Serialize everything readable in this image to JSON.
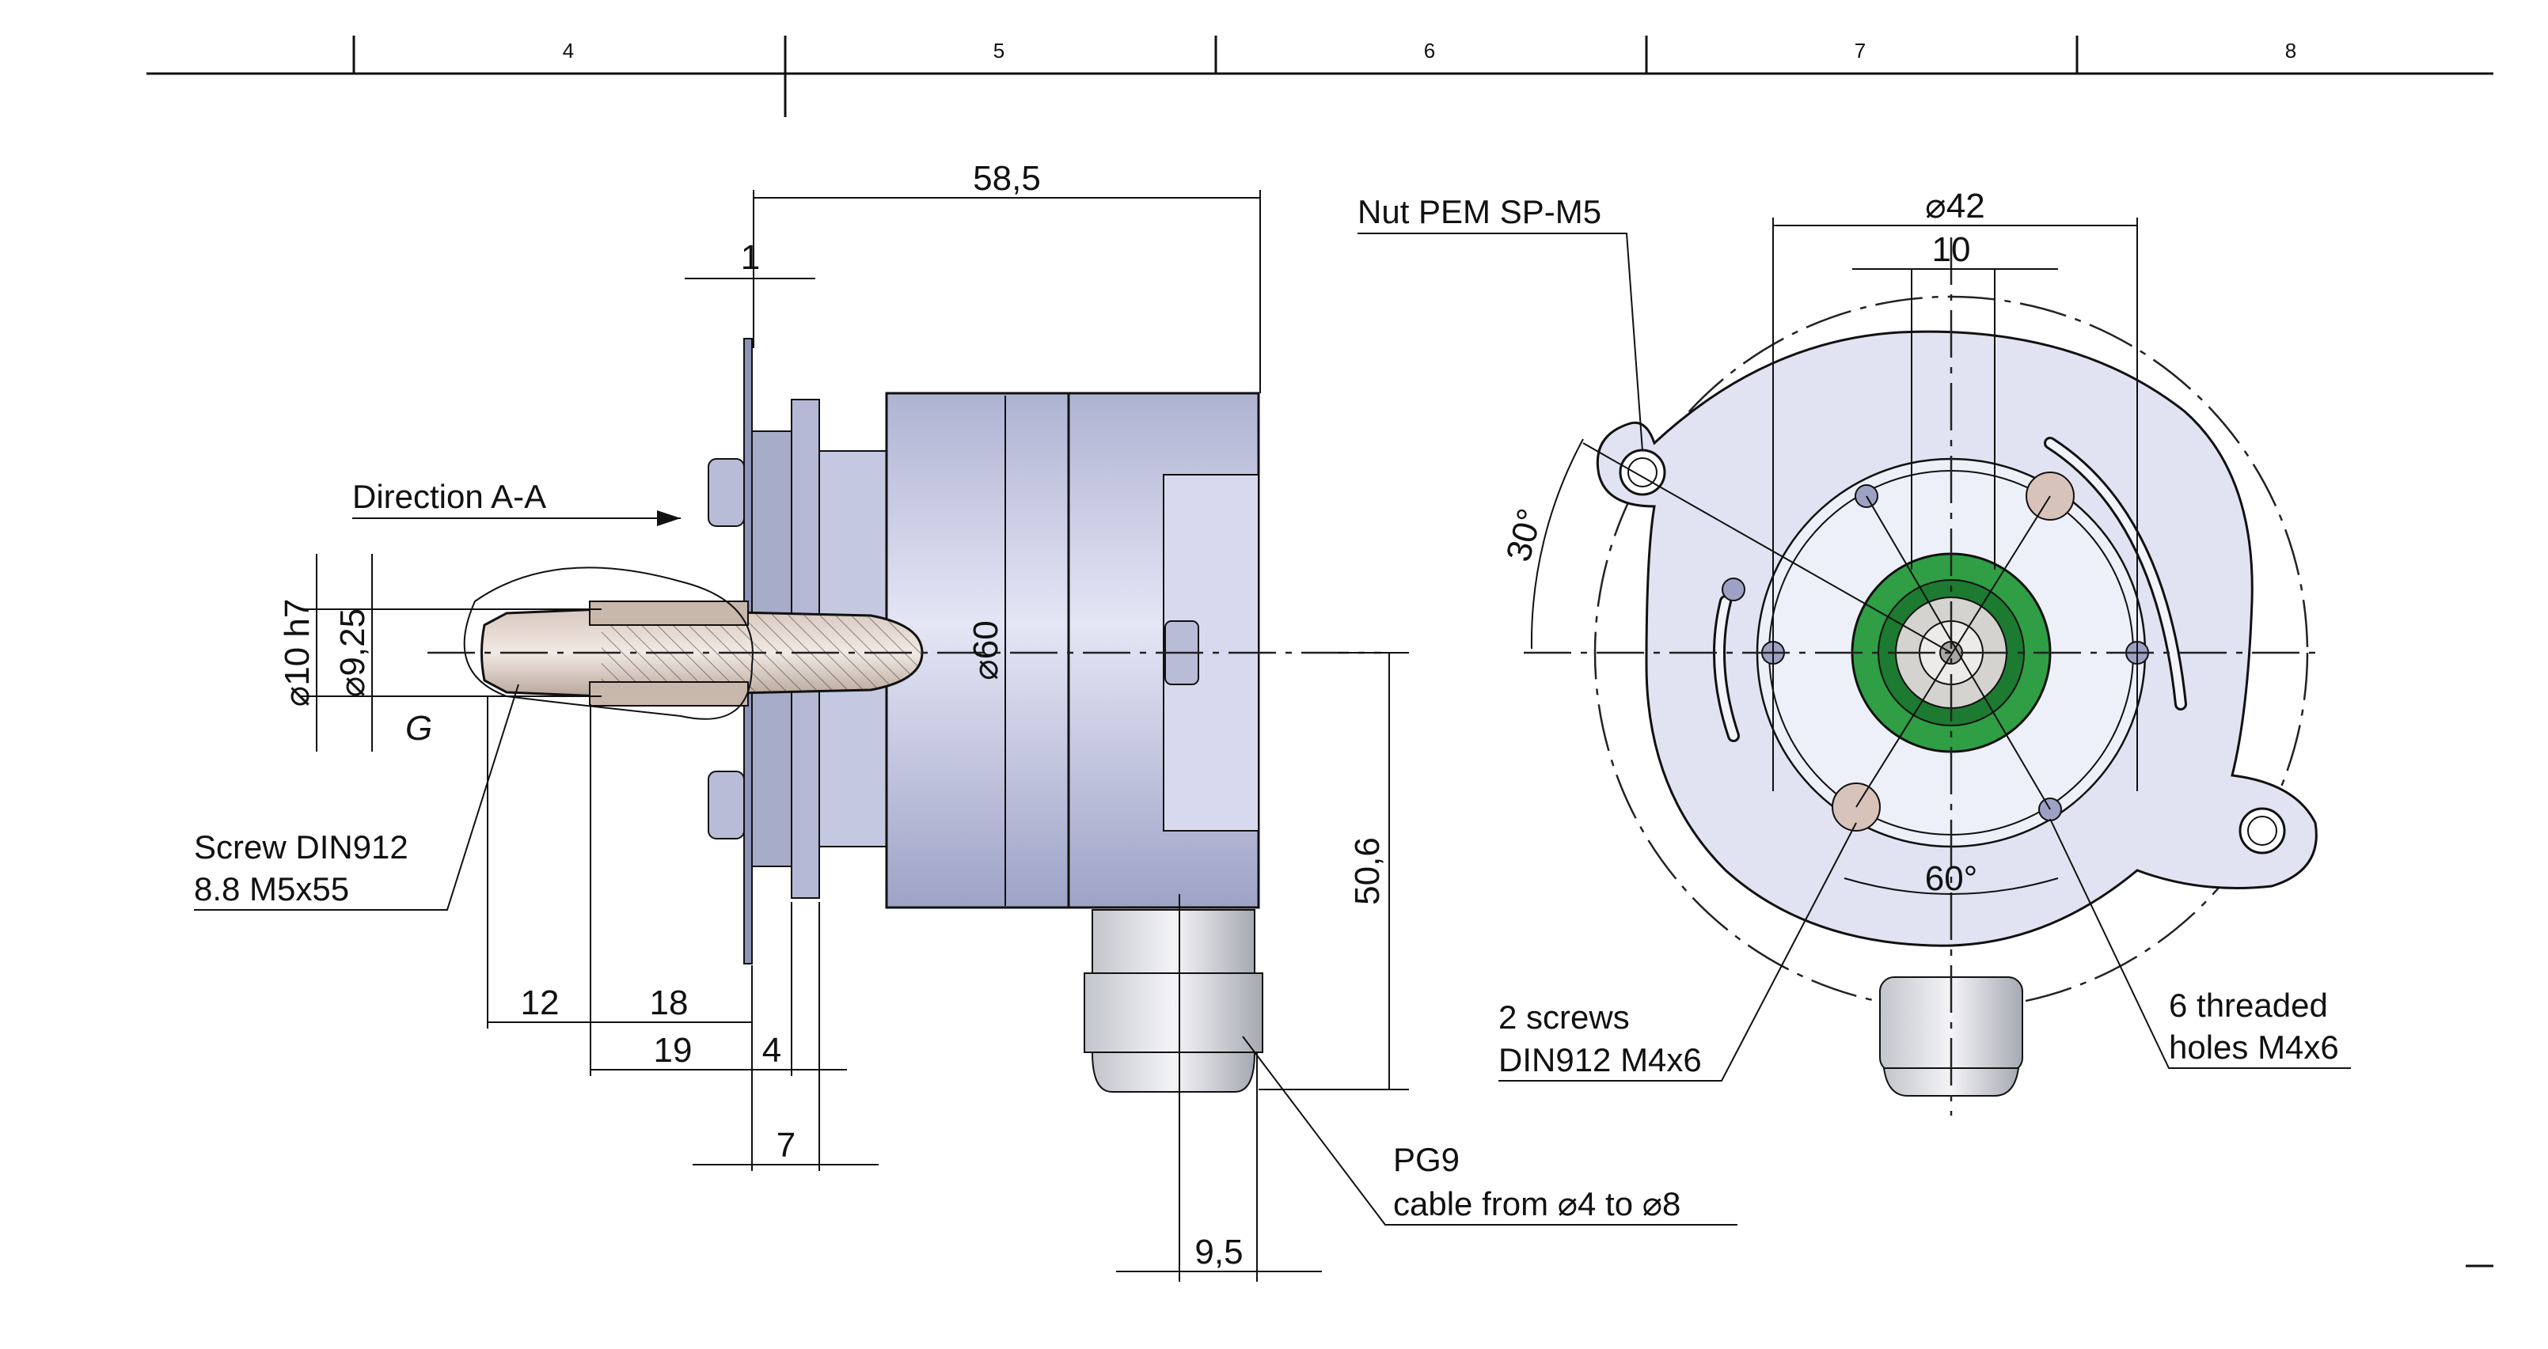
{
  "zone_numbers": [
    "4",
    "5",
    "6",
    "7",
    "8"
  ],
  "dimensions": {
    "overall_length": "58,5",
    "flange_thickness": "1",
    "body_diameter": "⌀60",
    "shaft_diameter": "⌀10 h7",
    "bore_diameter": "⌀9,25",
    "label_g": "G",
    "d12": "12",
    "d18": "18",
    "d19": "19",
    "d4": "4",
    "d7": "7",
    "gland_offset": "50,6",
    "gland_width": "9,5",
    "bolt_circle": "⌀42",
    "slot_width": "10",
    "angle_30": "30°",
    "angle_60": "60°"
  },
  "notes": {
    "direction": "Direction A-A",
    "screw_line1": "Screw DIN912",
    "screw_line2": "8.8 M5x55",
    "nut": "Nut PEM SP-M5",
    "pg9": "PG9",
    "cable": "cable from ⌀4 to ⌀8",
    "two_screws_1": "2 screws",
    "two_screws_2": "DIN912 M4x6",
    "threaded_1": "6 threaded",
    "threaded_2": "holes M4x6"
  },
  "colors": {
    "body": "#c9cde8",
    "body_dark": "#8e93b8",
    "seal_green": "#2f9e44",
    "line": "#111111"
  }
}
